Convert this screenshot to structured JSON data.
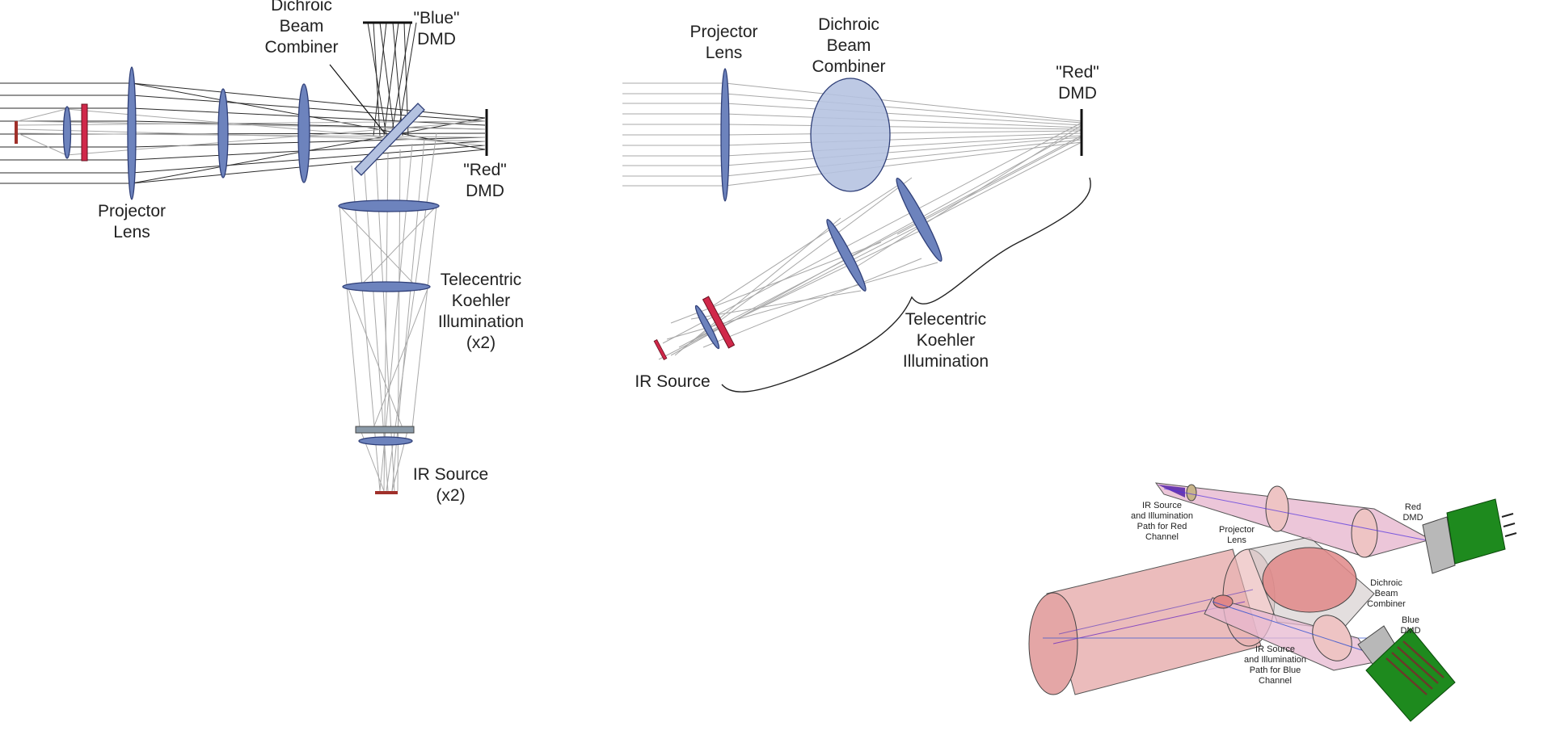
{
  "diagram_left": {
    "dichroic_combiner_label": "Dichroic\nBeam\nCombiner",
    "blue_dmd_label": "\"Blue\"\nDMD",
    "red_dmd_label": "\"Red\"\nDMD",
    "projector_lens_label": "Projector\nLens",
    "illumination_label": "Telecentric\nKoehler\nIllumination\n(x2)",
    "ir_source_label": "IR Source\n(x2)"
  },
  "diagram_middle": {
    "projector_lens_label": "Projector\nLens",
    "dichroic_combiner_label": "Dichroic\nBeam\nCombiner",
    "red_dmd_label": "\"Red\"\nDMD",
    "illumination_label": "Telecentric\nKoehler\nIllumination",
    "ir_source_label": "IR Source"
  },
  "diagram_3d": {
    "ir_red_label": "IR Source\nand Illumination\nPath for Red\nChannel",
    "projector_lens_label": "Projector\nLens",
    "red_dmd_label": "Red\nDMD",
    "dichroic_label": "Dichroic\nBeam\nCombiner",
    "blue_dmd_label": "Blue\nDMD",
    "ir_blue_label": "IR Source\nand Illumination\nPath for Blue\nChannel"
  },
  "colors": {
    "lens_fill": "#6d83bd",
    "lens_stroke": "#2f3f78",
    "dichroic_fill": "#b4c2e0",
    "filter_red": "#d0284a",
    "ray_dark": "#2a2a2a",
    "ray_light": "#a8a8a8",
    "housing_pink": "#e8b0b0",
    "board_green": "#1e8a1e"
  }
}
